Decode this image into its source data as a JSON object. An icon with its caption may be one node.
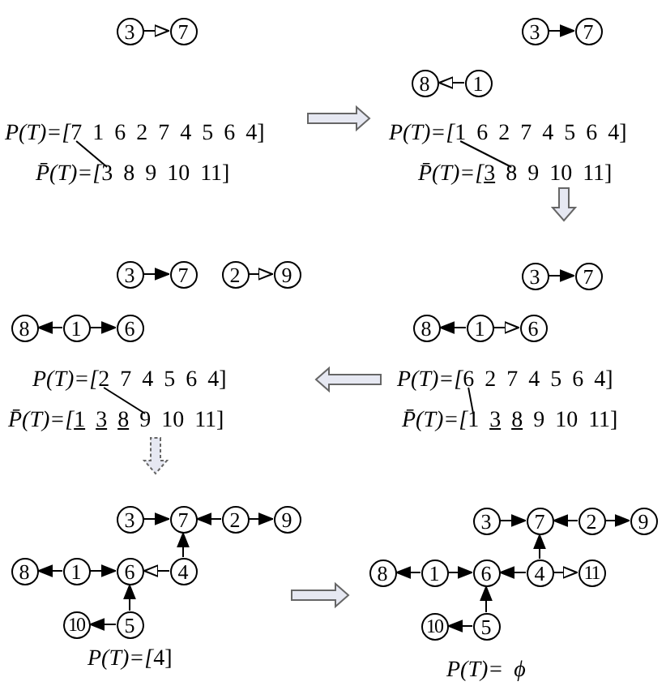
{
  "diagram": {
    "nodes": [
      {
        "text": [
          "3"
        ]
      },
      {
        "text": [
          "7"
        ]
      },
      {
        "text": [
          "3"
        ]
      },
      {
        "text": [
          "7"
        ]
      },
      {
        "text": [
          "8"
        ]
      },
      {
        "text": [
          "1"
        ]
      },
      {
        "text": [
          "3"
        ]
      },
      {
        "text": [
          "7"
        ]
      },
      {
        "text": [
          "2"
        ]
      },
      {
        "text": [
          "9"
        ]
      },
      {
        "text": [
          "8"
        ]
      },
      {
        "text": [
          "1"
        ]
      },
      {
        "text": [
          "6"
        ]
      },
      {
        "text": [
          "3"
        ]
      },
      {
        "text": [
          "7"
        ]
      },
      {
        "text": [
          "8"
        ]
      },
      {
        "text": [
          "1"
        ]
      },
      {
        "text": [
          "6"
        ]
      },
      {
        "text": [
          "3"
        ]
      },
      {
        "text": [
          "7"
        ]
      },
      {
        "text": [
          "2"
        ]
      },
      {
        "text": [
          "9"
        ]
      },
      {
        "text": [
          "8"
        ]
      },
      {
        "text": [
          "1"
        ]
      },
      {
        "text": [
          "6"
        ]
      },
      {
        "text": [
          "4"
        ]
      },
      {
        "text": [
          "10"
        ]
      },
      {
        "text": [
          "5"
        ]
      },
      {
        "text": [
          "3"
        ]
      },
      {
        "text": [
          "7"
        ]
      },
      {
        "text": [
          "2"
        ]
      },
      {
        "text": [
          "9"
        ]
      },
      {
        "text": [
          "8"
        ]
      },
      {
        "text": [
          "1"
        ]
      },
      {
        "text": [
          "6"
        ]
      },
      {
        "text": [
          "4"
        ]
      },
      {
        "text": [
          "11"
        ]
      },
      {
        "text": [
          "10"
        ]
      },
      {
        "text": [
          "5"
        ]
      }
    ],
    "edges": [
      {
        "from": 0,
        "to": 1,
        "arrow": "to"
      },
      {
        "from": 2,
        "to": 3,
        "arrow": "to"
      },
      {
        "from": 5,
        "to": 4,
        "arrow": "to"
      },
      {
        "from": 6,
        "to": 7,
        "arrow": "to"
      },
      {
        "from": 8,
        "to": 9,
        "arrow": "to"
      },
      {
        "from": 11,
        "to": 10,
        "arrow": "to"
      },
      {
        "from": 11,
        "to": 12,
        "arrow": "to"
      },
      {
        "from": 13,
        "to": 14,
        "arrow": "to"
      },
      {
        "from": 16,
        "to": 15,
        "arrow": "to"
      },
      {
        "from": 16,
        "to": 17,
        "arrow": "to"
      },
      {
        "from": 18,
        "to": 19,
        "arrow": "to"
      },
      {
        "from": 20,
        "to": 19,
        "arrow": "to"
      },
      {
        "from": 20,
        "to": 21,
        "arrow": "to"
      },
      {
        "from": 23,
        "to": 22,
        "arrow": "to"
      },
      {
        "from": 23,
        "to": 24,
        "arrow": "to"
      },
      {
        "from": 25,
        "to": 24,
        "arrow": "to"
      },
      {
        "from": 25,
        "to": 19,
        "arrow": "to"
      },
      {
        "from": 27,
        "to": 24,
        "arrow": "to"
      },
      {
        "from": 27,
        "to": 26,
        "arrow": "to"
      },
      {
        "from": 28,
        "to": 29,
        "arrow": "to"
      },
      {
        "from": 30,
        "to": 29,
        "arrow": "to"
      },
      {
        "from": 30,
        "to": 31,
        "arrow": "to"
      },
      {
        "from": 33,
        "to": 32,
        "arrow": "to"
      },
      {
        "from": 33,
        "to": 34,
        "arrow": "to"
      },
      {
        "from": 35,
        "to": 34,
        "arrow": "to"
      },
      {
        "from": 35,
        "to": 29,
        "arrow": "to"
      },
      {
        "from": 35,
        "to": 36,
        "arrow": "to"
      },
      {
        "from": 38,
        "to": 34,
        "arrow": "to"
      },
      {
        "from": 38,
        "to": 37,
        "arrow": "to"
      }
    ],
    "labels": [
      "P(T)=[7 1 6 2 7 4 5 6 4]",
      "P̄(T)=[3 8 9 10 11]",
      "P(T)=[1 6 2 7 4 5 6 4]",
      "P̄(T)=[3 8 9 10 11]",
      "P(T)=[2 7 4 5 6 4]",
      "P̄(T)=[1 3 8 9 10 11]",
      "P(T)=[6 2 7 4 5 6 4]",
      "P̄(T)=[1 3 8 9 10 11]",
      "P(T)=[4]",
      "P(T)= ϕ"
    ]
  }
}
